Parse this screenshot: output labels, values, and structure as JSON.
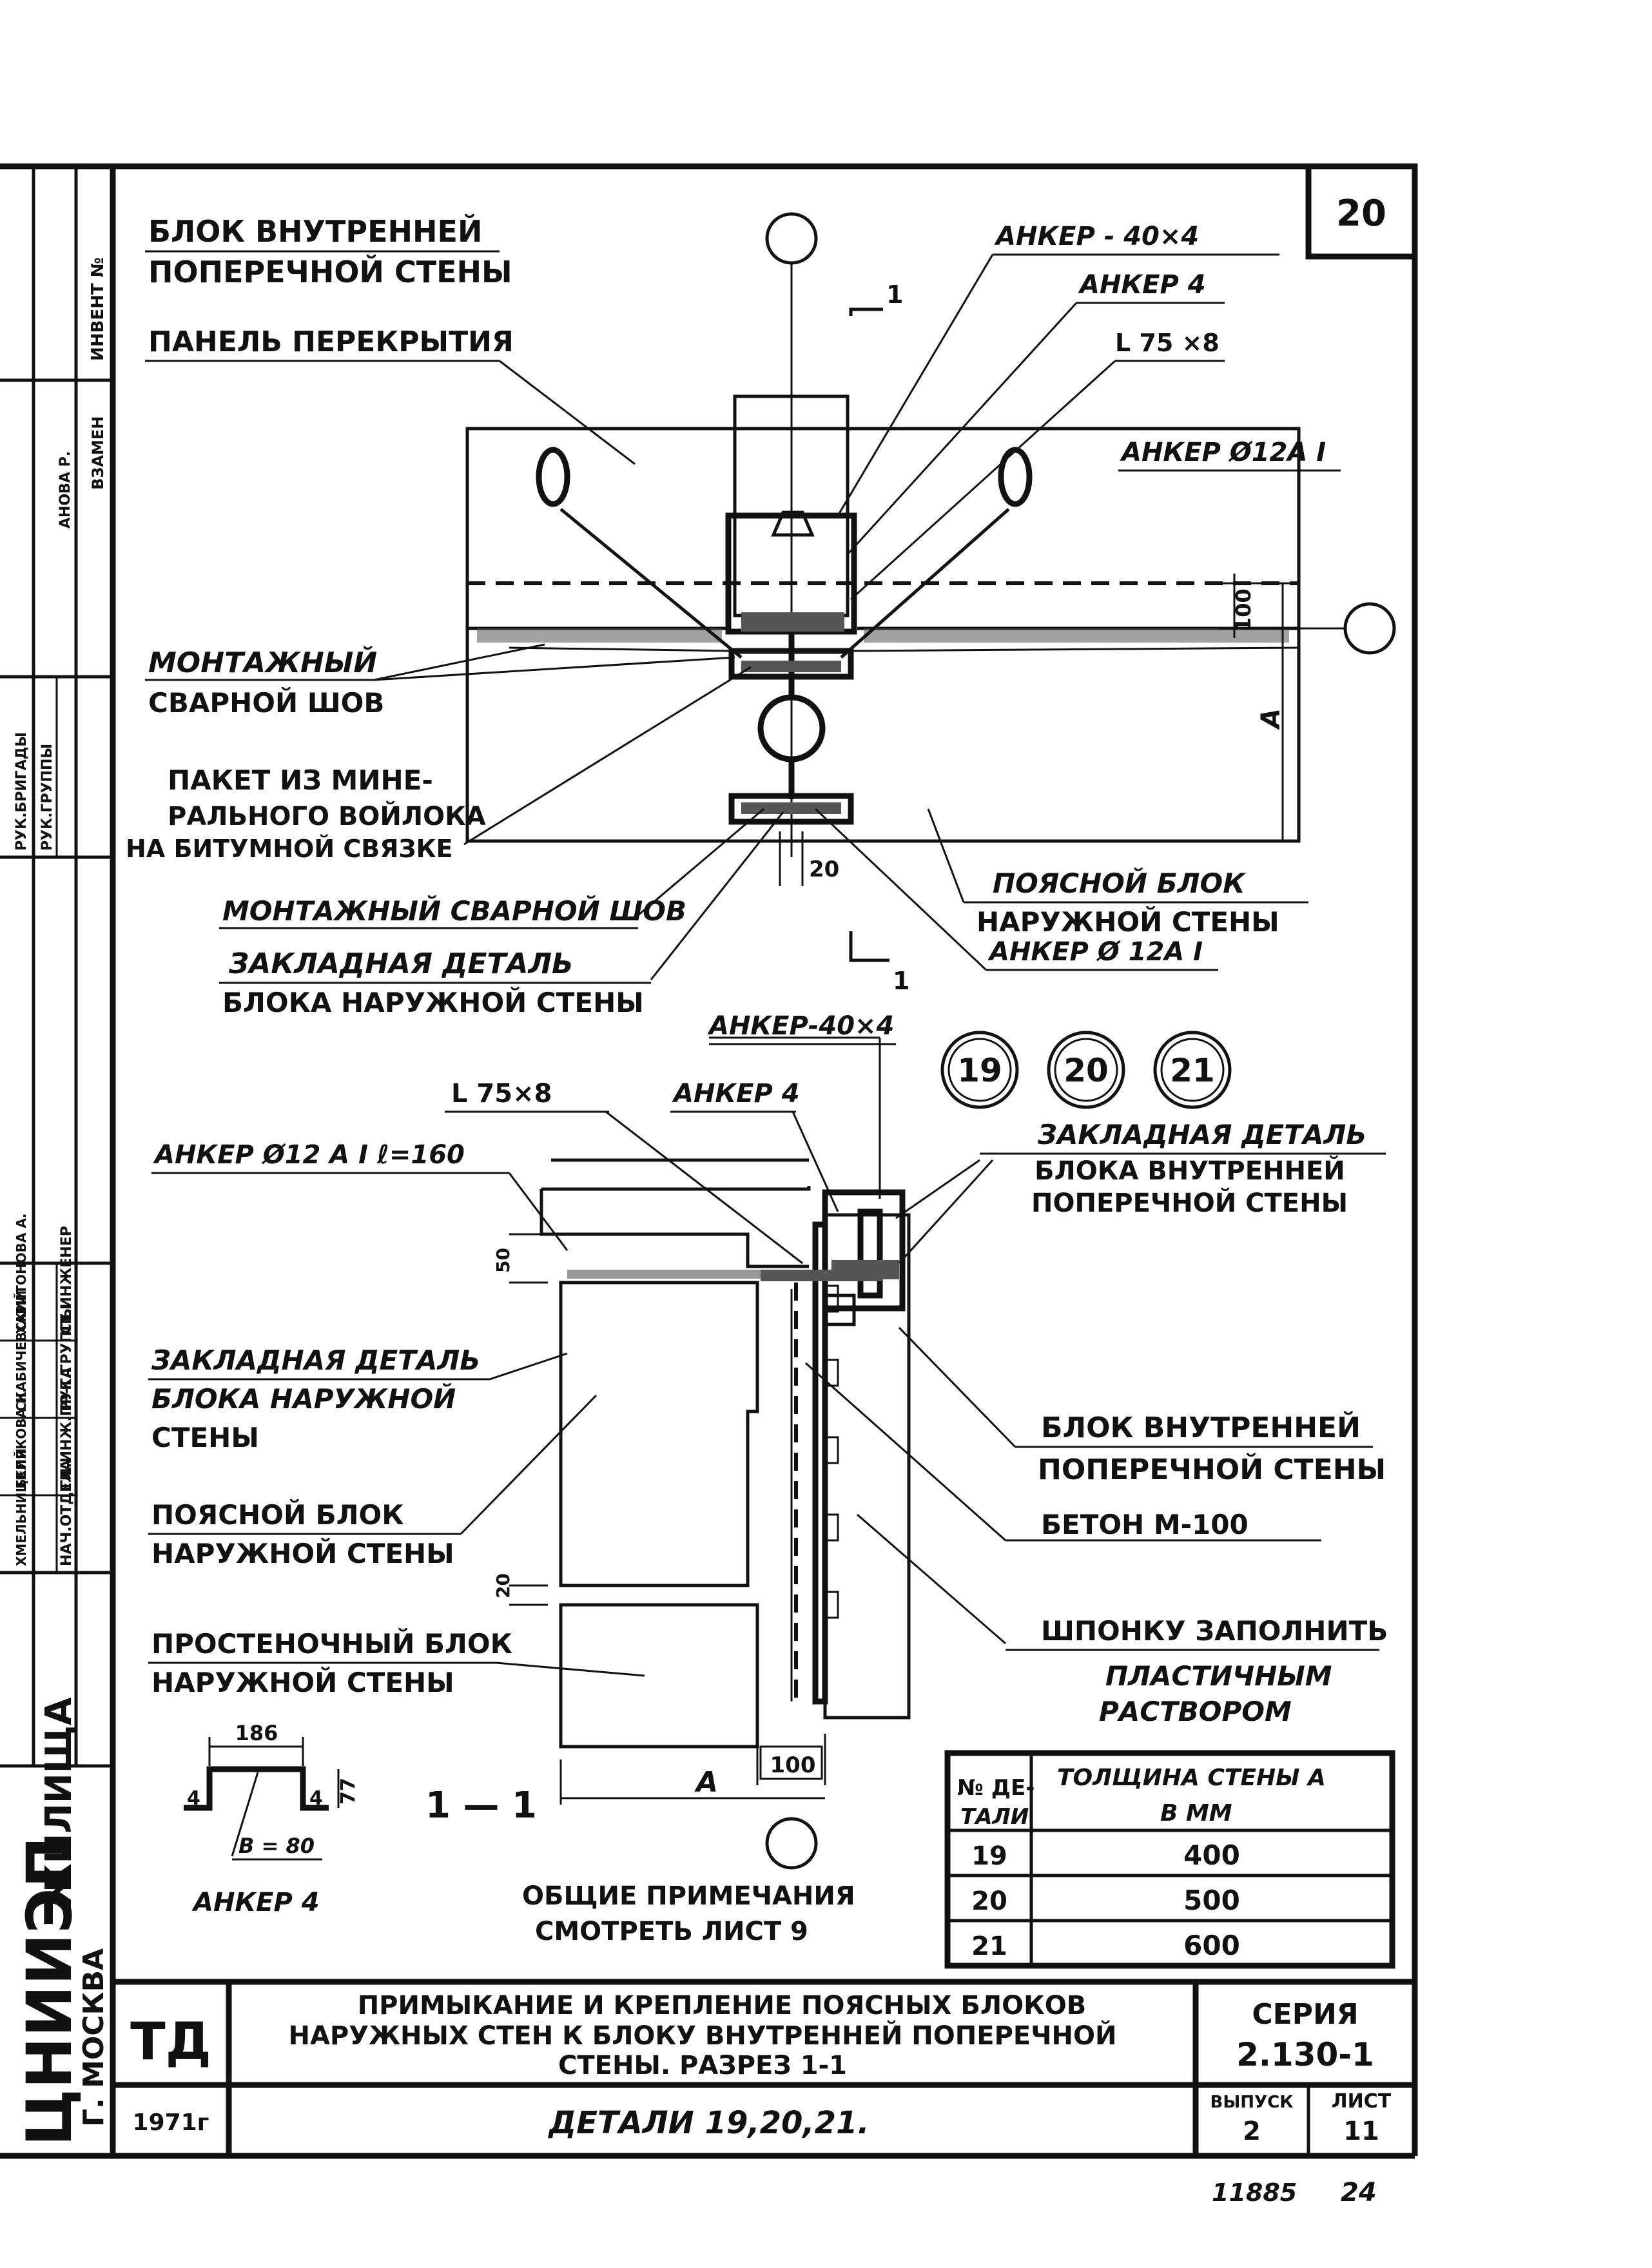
{
  "sheet": {
    "number": "20",
    "code": "ТД",
    "year": "1971г",
    "title_line1": "ПРИМЫКАНИЕ И КРЕПЛЕНИЕ ПОЯСНЫХ БЛОКОВ",
    "title_line2": "НАРУЖНЫХ СТЕН К БЛОКУ ВНУТРЕННЕЙ ПОПЕРЕЧНОЙ",
    "title_line3": "СТЕНЫ. РАЗРЕЗ 1-1",
    "details_title": "ДЕТАЛИ 19,20,21.",
    "series_label": "СЕРИЯ",
    "series_value": "2.130-1",
    "issue_label": "ВЫПУСК",
    "issue_value": "2",
    "list_label": "ЛИСТ",
    "list_value": "11",
    "archive_no": "11885",
    "page_no": "24"
  },
  "left_strip": {
    "org": "ЦНИИЭП",
    "org2": "ЖИЛИЩА",
    "city": "Г. МОСКВА",
    "inv_label": "ИНВЕНТ №",
    "instead_label": "ВЗАМЕН",
    "top_roles": [
      "РУК.БРИГАДЫ",
      "РУК.ГРУППЫ"
    ],
    "top_names": [
      "АНОВА Р."
    ],
    "roles": [
      "НАЧ.ОТДЕЛА",
      "ГЛ.ИНЖ.ПР-ТА",
      "РУК.ГРУППЫ",
      "СТ.ИНЖЕНЕР"
    ],
    "names": [
      "ХМЕЛЬНИЦКИЙ",
      "БЕЛЯКОВА Н.",
      "СКАБИЧЕВСКИЙ",
      "ХАРИТОНОВА А."
    ]
  },
  "plan_labels": {
    "inner_block_1": "БЛОК ВНУТРЕННЕЙ",
    "inner_block_2": "ПОПЕРЕЧНОЙ СТЕНЫ",
    "floor_panel": "ПАНЕЛЬ ПЕРЕКРЫТИЯ",
    "weld_1": "МОНТАЖНЫЙ",
    "weld_2": "СВАРНОЙ ШОВ",
    "packet_1": "ПАКЕТ ИЗ МИНЕ-",
    "packet_2": "РАЛЬНОГО  ВОЙЛОКА",
    "packet_3": "НА БИТУМНОЙ СВЯЗКЕ",
    "weld_line": "МОНТАЖНЫЙ СВАРНОЙ ШОВ",
    "embedded_1": "ЗАКЛАДНАЯ ДЕТАЛЬ",
    "embedded_2": "БЛОКА НАРУЖНОЙ СТЕНЫ",
    "anchor_40x4": "АНКЕР - 40×4",
    "anchor_4": "АНКЕР 4",
    "angle": "L 75 ×8",
    "anchor_12": "АНКЕР Ø12А I",
    "belt_block_1": "ПОЯСНОЙ БЛОК",
    "belt_block_2": "НАРУЖНОЙ СТЕНЫ",
    "anchor_12b": "АНКЕР Ø 12А I",
    "dim_100": "100",
    "dim_A": "А",
    "dim_20": "20",
    "section_mark": "1"
  },
  "detail_numbers": [
    "19",
    "20",
    "21"
  ],
  "section_labels": {
    "anchor_40x4": "АНКЕР-40×4",
    "angle": "L 75×8",
    "anchor_4": "АНКЕР 4",
    "anchor_12": "АНКЕР Ø12 А I ℓ=160",
    "embedded_inner_1": "ЗАКЛАДНАЯ ДЕТАЛЬ",
    "embedded_inner_2": "БЛОКА  ВНУТРЕННЕЙ",
    "embedded_inner_3": "ПОПЕРЕЧНОЙ СТЕНЫ",
    "embedded_outer_1": "ЗАКЛАДНАЯ ДЕТАЛЬ",
    "embedded_outer_2": "БЛОКА НАРУЖНОЙ",
    "embedded_outer_3": "СТЕНЫ",
    "inner_block_1": "БЛОК ВНУТРЕННЕЙ",
    "inner_block_2": "ПОПЕРЕЧНОЙ СТЕНЫ",
    "belt_block_1": "ПОЯСНОЙ БЛОК",
    "belt_block_2": "НАРУЖНОЙ СТЕНЫ",
    "concrete": "БЕТОН М-100",
    "pier_block_1": "ПРОСТЕНОЧНЫЙ БЛОК",
    "pier_block_2": "НАРУЖНОЙ СТЕНЫ",
    "key_1": "ШПОНКУ ЗАПОЛНИТЬ",
    "key_2": "ПЛАСТИЧНЫМ",
    "key_3": "РАСТВОРОМ",
    "dim_50": "50",
    "dim_20": "20",
    "dim_100": "100",
    "dim_A": "А",
    "section_title": "1 — 1"
  },
  "anchor_detail": {
    "dim_186": "186",
    "dim_77": "77",
    "dim_4a": "4",
    "dim_4b": "4",
    "width": "В = 80",
    "caption": "АНКЕР 4"
  },
  "notes": {
    "line1": "ОБЩИЕ ПРИМЕЧАНИЯ",
    "line2": "СМОТРЕТЬ ЛИСТ 9"
  },
  "table": {
    "header_no_1": "№ ДЕ-",
    "header_no_2": "ТАЛИ",
    "header_thk_1": "ТОЛЩИНА СТЕНЫ  А",
    "header_thk_2": "В  ММ",
    "rows": [
      {
        "no": "19",
        "thk": "400"
      },
      {
        "no": "20",
        "thk": "500"
      },
      {
        "no": "21",
        "thk": "600"
      }
    ]
  }
}
